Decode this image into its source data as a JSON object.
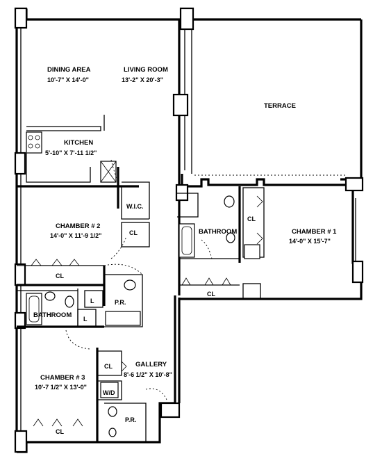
{
  "rooms": {
    "dining": {
      "name": "DINING AREA",
      "dim": "10'-7\" X 14'-0\""
    },
    "living": {
      "name": "LIVING ROOM",
      "dim": "13'-2\" X 20'-3\""
    },
    "terrace": {
      "name": "TERRACE"
    },
    "kitchen": {
      "name": "KITCHEN",
      "dim": "5'-10\" X 7'-11 1/2\""
    },
    "chamber2": {
      "name": "CHAMBER # 2",
      "dim": "14'-0\" X 11'-9 1/2\""
    },
    "chamber1": {
      "name": "CHAMBER # 1",
      "dim": "14'-0\" X 15'-7\""
    },
    "chamber3": {
      "name": "CHAMBER # 3",
      "dim": "10'-7 1/2\" X 13'-0\""
    },
    "gallery": {
      "name": "GALLERY",
      "dim": "8'-6 1/2\" X 10'-8\""
    },
    "wic": "W.I.C.",
    "bath_main": "BATHROOM",
    "bath_master": "BATHROOM",
    "pr_upper": "P.R.",
    "pr_lower": "P.R.",
    "wd": "W/D",
    "closets": {
      "ch2_cl": "CL",
      "wic_cl": "CL",
      "ch1_side_cl": "CL",
      "ch1_bottom_cl": "CL",
      "gallery_cl": "CL",
      "ch3_cl": "CL",
      "linen_a": "L",
      "linen_b": "L"
    }
  }
}
